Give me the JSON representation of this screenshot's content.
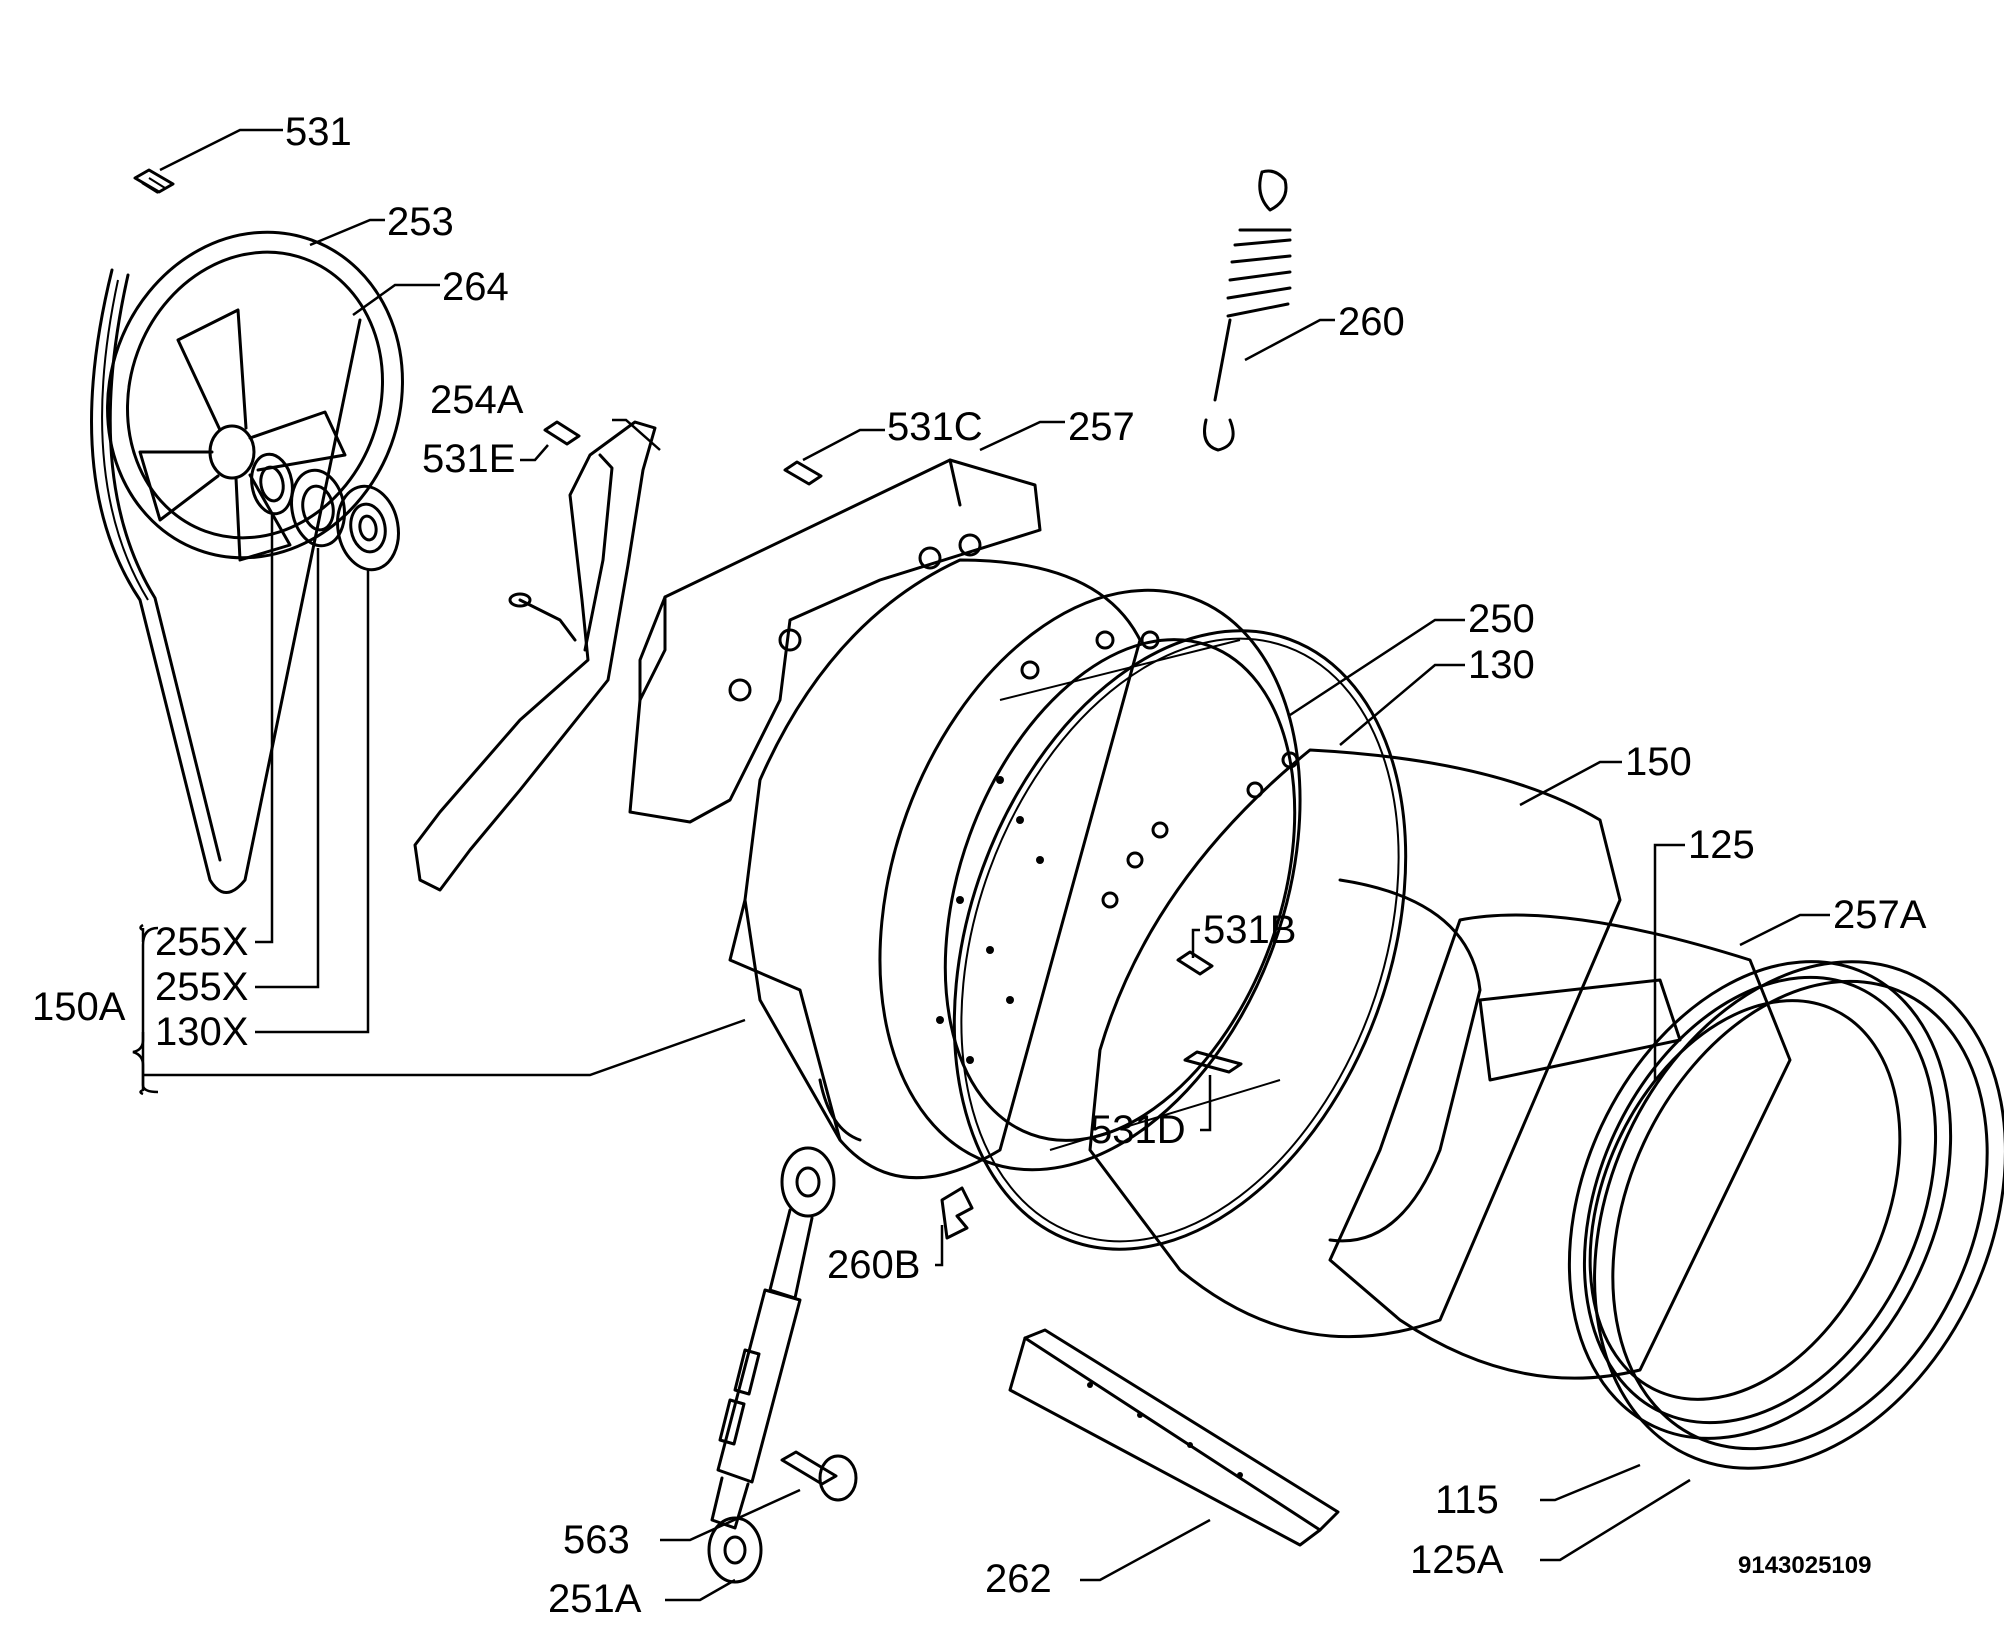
{
  "callouts": {
    "c531": "531",
    "c253": "253",
    "c264": "264",
    "c260": "260",
    "c254a": "254A",
    "c531e": "531E",
    "c531c": "531C",
    "c257": "257",
    "c250": "250",
    "c130": "130",
    "c150": "150",
    "c125": "125",
    "c257a": "257A",
    "c531b": "531B",
    "c531d": "531D",
    "c255x_1": "255X",
    "c255x_2": "255X",
    "c130x": "130X",
    "c150a": "150A",
    "c260b": "260B",
    "c251a": "251A",
    "c563": "563",
    "c262": "262",
    "c115": "115",
    "c125a": "125A"
  },
  "drawing_code": "9143025109"
}
